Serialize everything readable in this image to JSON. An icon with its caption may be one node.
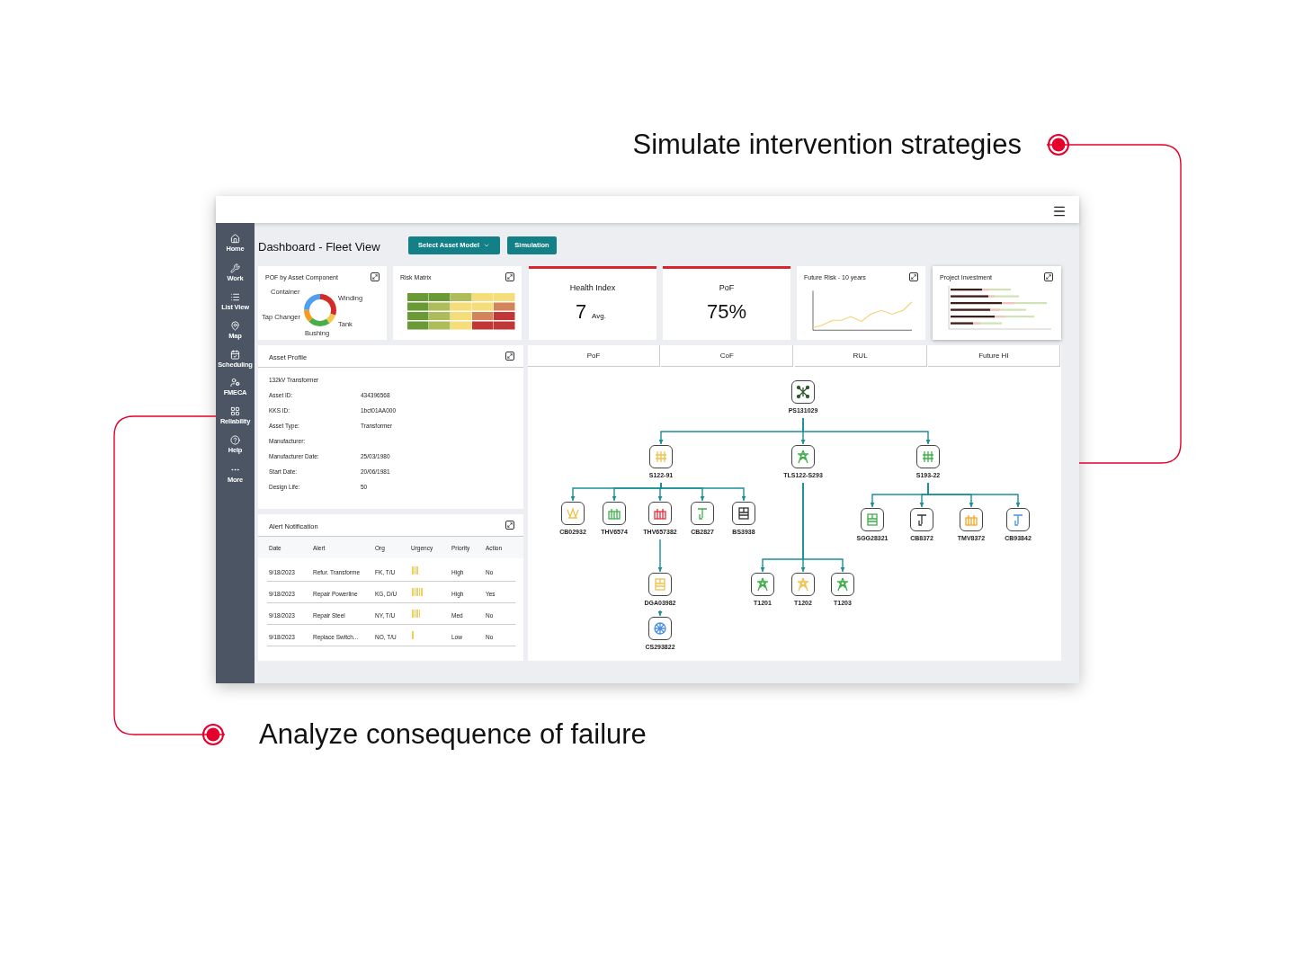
{
  "diagram": {
    "nodes": [
      {
        "text": [
          "Simulate intervention strategies"
        ]
      },
      {
        "text": [],
        "shape": "box"
      },
      {
        "text": [
          "PS131029"
        ],
        "in": 1
      },
      {
        "text": [
          "S122-91"
        ],
        "in": 1
      },
      {
        "text": [
          "TLS122-S293"
        ],
        "in": 1
      },
      {
        "text": [
          "S193-22"
        ],
        "in": 1
      },
      {
        "text": [
          "CB02932"
        ],
        "in": 1
      },
      {
        "text": [
          "THV6574"
        ],
        "in": 1
      },
      {
        "text": [
          "THV657382"
        ],
        "in": 1
      },
      {
        "text": [
          "CB2827"
        ],
        "in": 1
      },
      {
        "text": [
          "BS3938"
        ],
        "in": 1
      },
      {
        "text": [
          "SGG28321"
        ],
        "in": 1
      },
      {
        "text": [
          "CB8372"
        ],
        "in": 1
      },
      {
        "text": [
          "TMV8372"
        ],
        "in": 1
      },
      {
        "text": [
          "CB93842"
        ],
        "in": 1
      },
      {
        "text": [
          "DGA03982"
        ],
        "in": 1
      },
      {
        "text": [
          "T1201"
        ],
        "in": 1
      },
      {
        "text": [
          "T1202"
        ],
        "in": 1
      },
      {
        "text": [
          "T1203"
        ],
        "in": 1
      },
      {
        "text": [
          "CS293822"
        ],
        "in": 1
      },
      {
        "text": [
          "Analyze consequence of failure"
        ]
      }
    ],
    "edges": [
      {
        "from": 0,
        "to": 1,
        "arrow": "other",
        "color": "#e4002b"
      },
      {
        "from": 20,
        "to": 1,
        "arrow": "other",
        "color": "#e4002b"
      },
      {
        "from": 2,
        "to": 3,
        "arrow": "to"
      },
      {
        "from": 2,
        "to": 4,
        "arrow": "to"
      },
      {
        "from": 2,
        "to": 5,
        "arrow": "to"
      },
      {
        "from": 3,
        "to": 6,
        "arrow": "to"
      },
      {
        "from": 3,
        "to": 7,
        "arrow": "to"
      },
      {
        "from": 3,
        "to": 8,
        "arrow": "to"
      },
      {
        "from": 3,
        "to": 9,
        "arrow": "to"
      },
      {
        "from": 3,
        "to": 10,
        "arrow": "to"
      },
      {
        "from": 5,
        "to": 11,
        "arrow": "to"
      },
      {
        "from": 5,
        "to": 12,
        "arrow": "to"
      },
      {
        "from": 5,
        "to": 13,
        "arrow": "to"
      },
      {
        "from": 5,
        "to": 14,
        "arrow": "to"
      },
      {
        "from": 8,
        "to": 15,
        "arrow": "to"
      },
      {
        "from": 4,
        "to": 16,
        "arrow": "to"
      },
      {
        "from": 4,
        "to": 17,
        "arrow": "to"
      },
      {
        "from": 4,
        "to": 18,
        "arrow": "to"
      },
      {
        "from": 15,
        "to": 19,
        "arrow": "to"
      }
    ],
    "labels": [
      "Home",
      "Work",
      "List View",
      "Map",
      "Scheduling",
      "FMECA",
      "Reliability",
      "Help",
      "More",
      "Dashboard - Fleet View",
      "Select Asset Model",
      "Simulation",
      "POF by Asset Component",
      "Container",
      "Winding",
      "Tap Changer",
      "Tank",
      "Bushing",
      "Risk Matrix",
      "Health Index",
      "7",
      "Avg.",
      "PoF",
      "75%",
      "Future Risk - 10 years",
      "Project Investment",
      "Asset Profile",
      "132kV Transformer",
      "Asset ID:",
      "434396568",
      "KKS ID:",
      "1bct01AA000",
      "Asset Type:",
      "Transformer",
      "Manufacturer:",
      "Manufacturer Date:",
      "25/03/1980",
      "Start Date:",
      "20/06/1981",
      "Design Life:",
      "50",
      "PoF",
      "CoF",
      "RUL",
      "Future HI",
      "Alert Notification",
      "Date",
      "Alert",
      "Org",
      "Urgency",
      "Priority",
      "Action",
      "9/18/2023",
      "Refur. Transforme",
      "FK, T/U",
      "High",
      "No",
      "9/18/2023",
      "Repair Powerline",
      "KG, D/U",
      "High",
      "Yes",
      "9/18/2023",
      "Repair Steel",
      "NY, T/U",
      "Med",
      "No",
      "9/18/2023",
      "Replace Switch...",
      "NO, T/U",
      "Low",
      "No"
    ]
  }
}
